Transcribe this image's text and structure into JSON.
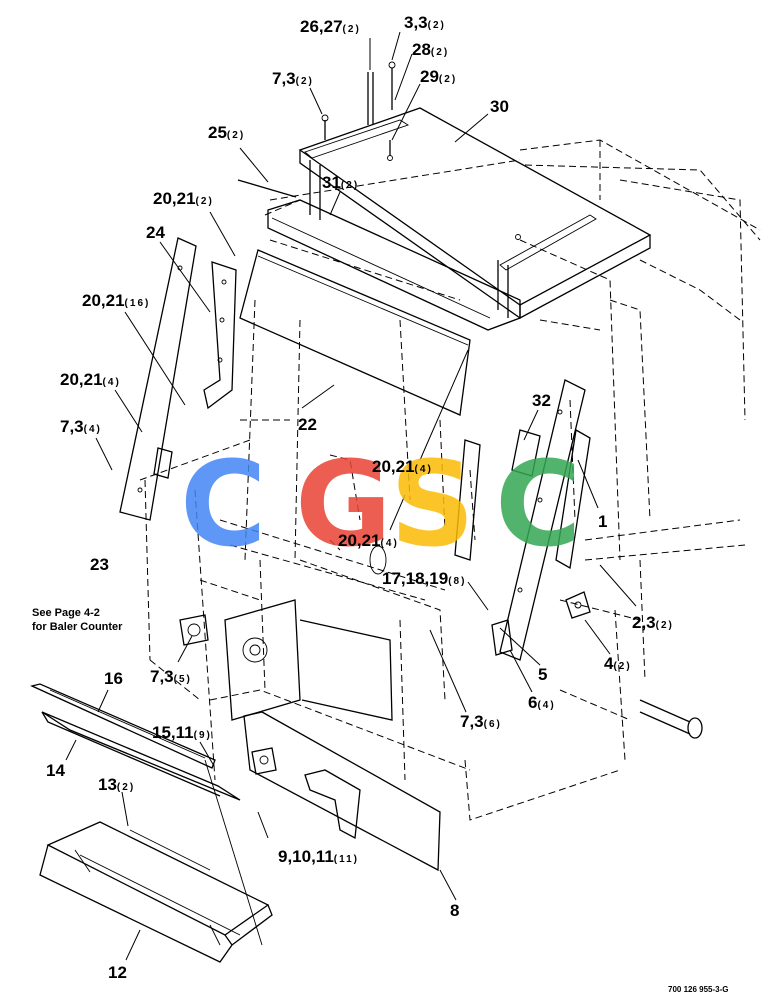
{
  "callouts": [
    {
      "id": "c-26-27",
      "num": "26,27",
      "qty": "(2)"
    },
    {
      "id": "c-3-3",
      "num": "3,3",
      "qty": "(2)"
    },
    {
      "id": "c-28",
      "num": "28",
      "qty": "(2)"
    },
    {
      "id": "c-7-3-top",
      "num": "7,3",
      "qty": "(2)"
    },
    {
      "id": "c-29",
      "num": "29",
      "qty": "(2)"
    },
    {
      "id": "c-30",
      "num": "30",
      "qty": ""
    },
    {
      "id": "c-25",
      "num": "25",
      "qty": "(2)"
    },
    {
      "id": "c-31",
      "num": "31",
      "qty": "(2)"
    },
    {
      "id": "c-20-21-a",
      "num": "20,21",
      "qty": "(2)"
    },
    {
      "id": "c-24",
      "num": "24",
      "qty": ""
    },
    {
      "id": "c-20-21-b",
      "num": "20,21",
      "qty": "(16)"
    },
    {
      "id": "c-20-21-c",
      "num": "20,21",
      "qty": "(4)"
    },
    {
      "id": "c-7-3-left",
      "num": "7,3",
      "qty": "(4)"
    },
    {
      "id": "c-22",
      "num": "22",
      "qty": ""
    },
    {
      "id": "c-32",
      "num": "32",
      "qty": ""
    },
    {
      "id": "c-20-21-d",
      "num": "20,21",
      "qty": "(4)"
    },
    {
      "id": "c-1",
      "num": "1",
      "qty": ""
    },
    {
      "id": "c-20-21-e",
      "num": "20,21",
      "qty": "(4)"
    },
    {
      "id": "c-23",
      "num": "23",
      "qty": ""
    },
    {
      "id": "c-17-18-19",
      "num": "17,18,19",
      "qty": "(8)"
    },
    {
      "id": "c-2-3",
      "num": "2,3",
      "qty": "(2)"
    },
    {
      "id": "c-4",
      "num": "4",
      "qty": "(2)"
    },
    {
      "id": "c-5",
      "num": "5",
      "qty": ""
    },
    {
      "id": "c-6",
      "num": "6",
      "qty": "(4)"
    },
    {
      "id": "c-7-3-mid",
      "num": "7,3",
      "qty": "(5)"
    },
    {
      "id": "c-7-3-right",
      "num": "7,3",
      "qty": "(6)"
    },
    {
      "id": "c-16",
      "num": "16",
      "qty": ""
    },
    {
      "id": "c-15-11",
      "num": "15,11",
      "qty": "(9)"
    },
    {
      "id": "c-14",
      "num": "14",
      "qty": ""
    },
    {
      "id": "c-13",
      "num": "13",
      "qty": "(2)"
    },
    {
      "id": "c-9-10-11",
      "num": "9,10,11",
      "qty": "(11)"
    },
    {
      "id": "c-8",
      "num": "8",
      "qty": ""
    },
    {
      "id": "c-12",
      "num": "12",
      "qty": ""
    }
  ],
  "note": {
    "line1": "See Page 4-2",
    "line2": "for Baler Counter"
  },
  "drawing_ref": "700 126 955-3-G",
  "watermark": {
    "letters": [
      "C",
      "G",
      "S",
      "C"
    ],
    "colors": [
      "#4285F4",
      "#EA4335",
      "#FBBC05",
      "#34A853"
    ]
  }
}
